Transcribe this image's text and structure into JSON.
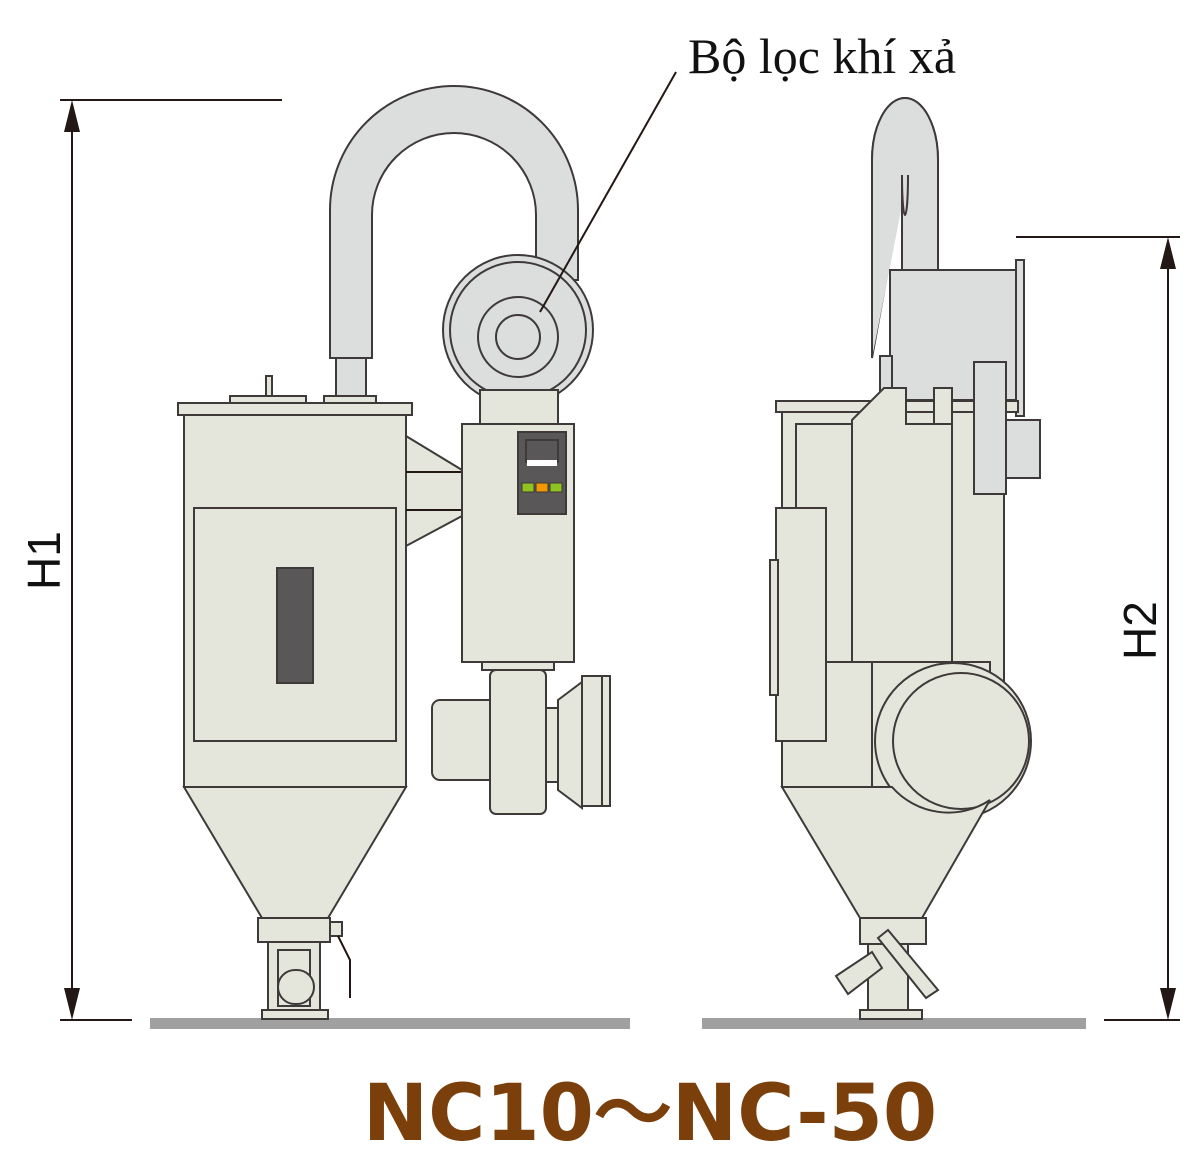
{
  "callout": {
    "label": "Bộ lọc khí xả"
  },
  "dimensions": {
    "h1": "H1",
    "h2": "H2"
  },
  "title": {
    "text": "NC10～NC-50",
    "color": "#7a3f0a"
  },
  "colors": {
    "body": "#e4e6dc",
    "parts": "#dcdddd",
    "outline": "#3e3a39",
    "panel": "#595757",
    "led_green": "#8fc31f",
    "led_orange": "#f39800",
    "floor": "#a0a0a0"
  }
}
